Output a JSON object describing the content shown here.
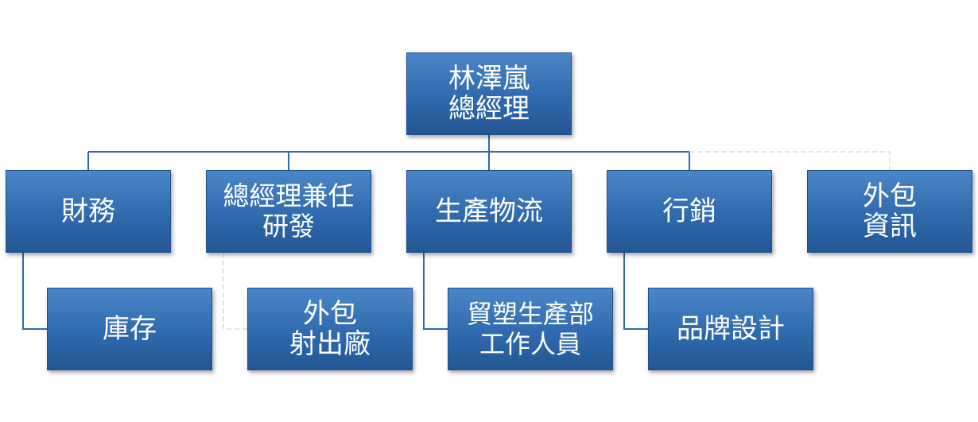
{
  "colors": {
    "box_fill_top": "#4a86c8",
    "box_fill_bottom": "#235694",
    "connector": "#2f6aae",
    "outsourced_connector": "#dcdcdc"
  },
  "org": {
    "root": {
      "lines": [
        "林澤嵐",
        "總經理"
      ]
    },
    "departments": [
      {
        "lines": [
          "財務"
        ]
      },
      {
        "lines": [
          "總經理兼任",
          "研發"
        ]
      },
      {
        "lines": [
          "生產物流"
        ]
      },
      {
        "lines": [
          "行銷"
        ]
      },
      {
        "lines": [
          "外包",
          "資訊"
        ]
      }
    ],
    "sub_units": [
      {
        "lines": [
          "庫存"
        ]
      },
      {
        "lines": [
          "外包",
          "射出廠"
        ]
      },
      {
        "lines": [
          "貿塑生產部",
          "工作人員"
        ]
      },
      {
        "lines": [
          "品牌設計"
        ]
      }
    ]
  }
}
